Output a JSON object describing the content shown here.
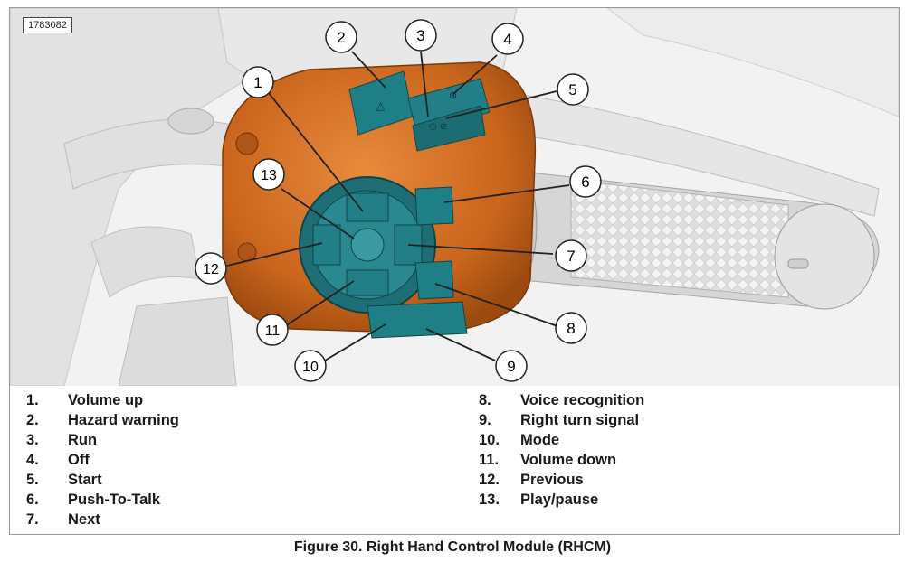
{
  "figure_id": "1783082",
  "legend": [
    {
      "num": "1.",
      "label": "Volume up"
    },
    {
      "num": "2.",
      "label": "Hazard warning"
    },
    {
      "num": "3.",
      "label": "Run"
    },
    {
      "num": "4.",
      "label": "Off"
    },
    {
      "num": "5.",
      "label": "Start"
    },
    {
      "num": "6.",
      "label": "Push-To-Talk"
    },
    {
      "num": "7.",
      "label": "Next"
    },
    {
      "num": "8.",
      "label": "Voice recognition"
    },
    {
      "num": "9.",
      "label": "Right turn signal"
    },
    {
      "num": "10.",
      "label": "Mode"
    },
    {
      "num": "11.",
      "label": "Volume down"
    },
    {
      "num": "12.",
      "label": "Previous"
    },
    {
      "num": "13.",
      "label": "Play/pause"
    }
  ],
  "callouts": [
    "1",
    "2",
    "3",
    "4",
    "5",
    "6",
    "7",
    "8",
    "9",
    "10",
    "11",
    "12",
    "13"
  ],
  "caption": "Figure 30. Right Hand Control Module (RHCM)",
  "colors": {
    "housing": "#c9651c",
    "switch": "#1f7f86",
    "grip": "#dcdcdc",
    "background_parts": "#e4e4e4"
  }
}
